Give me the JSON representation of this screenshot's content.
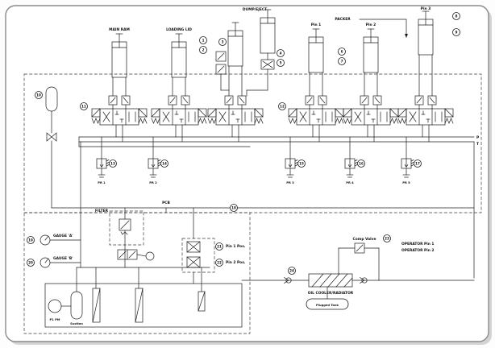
{
  "sheet": {
    "background": "#ffffff",
    "line_color": "#1c1c1c",
    "labels": {
      "main_ram": "MAIN RAM",
      "loading_lid": "LOADING LID",
      "dump_eject": "DUMP/EJECT",
      "packer": "PACKER",
      "pin1": "Pin 1",
      "pin2": "Pin 2",
      "pin3": "Pin 3",
      "rail_p": "P",
      "rail_t": "T",
      "pcb": "PCB",
      "filter": "FILTER",
      "gauge_a": "GAUGE 'A'",
      "gauge_b": "GAUGE 'B'",
      "pin1_pos": "Pin 1 Pos.",
      "pin2_pos": "Pin 2 Pos.",
      "comp_valve": "Comp Valve",
      "operator_pin1": "OPERATOR Pin 1",
      "operator_pin2": "OPERATOR Pin 2",
      "oil_cooler": "OIL COOLER/RADIATOR",
      "plugged_tank": "Plugged Tank",
      "suction": "Suction",
      "pump": "P1 PM"
    },
    "pr_valves": [
      "PR 1",
      "PR 2",
      "PR 3",
      "PR 4",
      "PR 5"
    ],
    "balloons": [
      "1",
      "2",
      "3",
      "4",
      "5",
      "6",
      "7",
      "8",
      "9",
      "10",
      "11",
      "12",
      "13",
      "14",
      "15",
      "16",
      "17",
      "18",
      "19",
      "20",
      "21",
      "22",
      "23",
      "24"
    ]
  }
}
